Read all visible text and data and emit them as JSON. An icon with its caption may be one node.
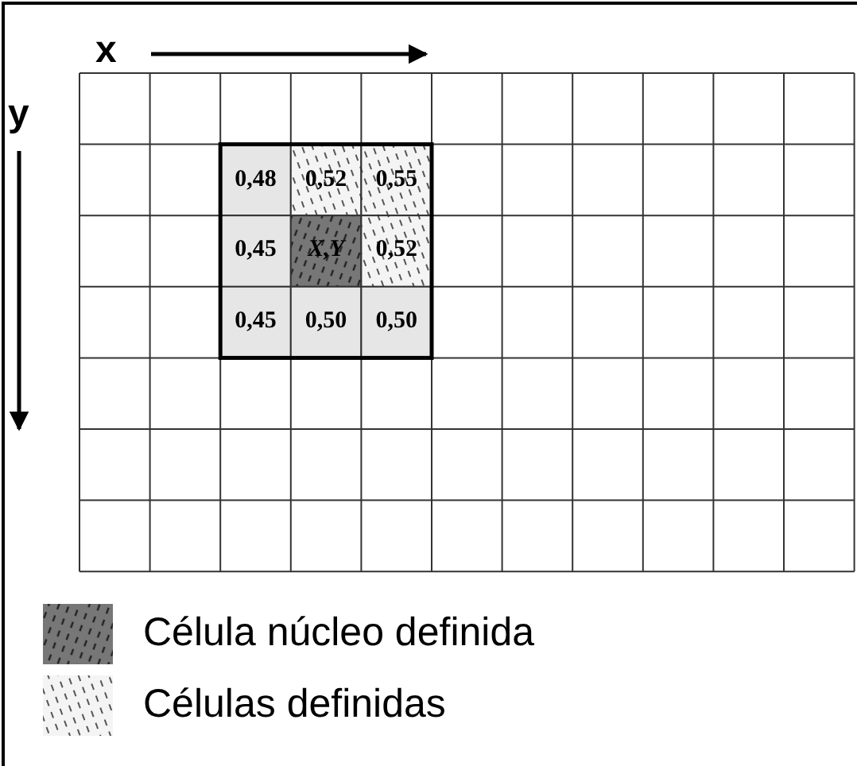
{
  "diagram": {
    "labels": [
      "x",
      "y",
      "0,48",
      "0,52",
      "0,55",
      "0,45",
      "X,Y",
      "0,52",
      "0,45",
      "0,50",
      "0,50"
    ],
    "legend": [
      {
        "text": "Célula núcleo definida"
      },
      {
        "text": "Células definidas"
      }
    ]
  }
}
